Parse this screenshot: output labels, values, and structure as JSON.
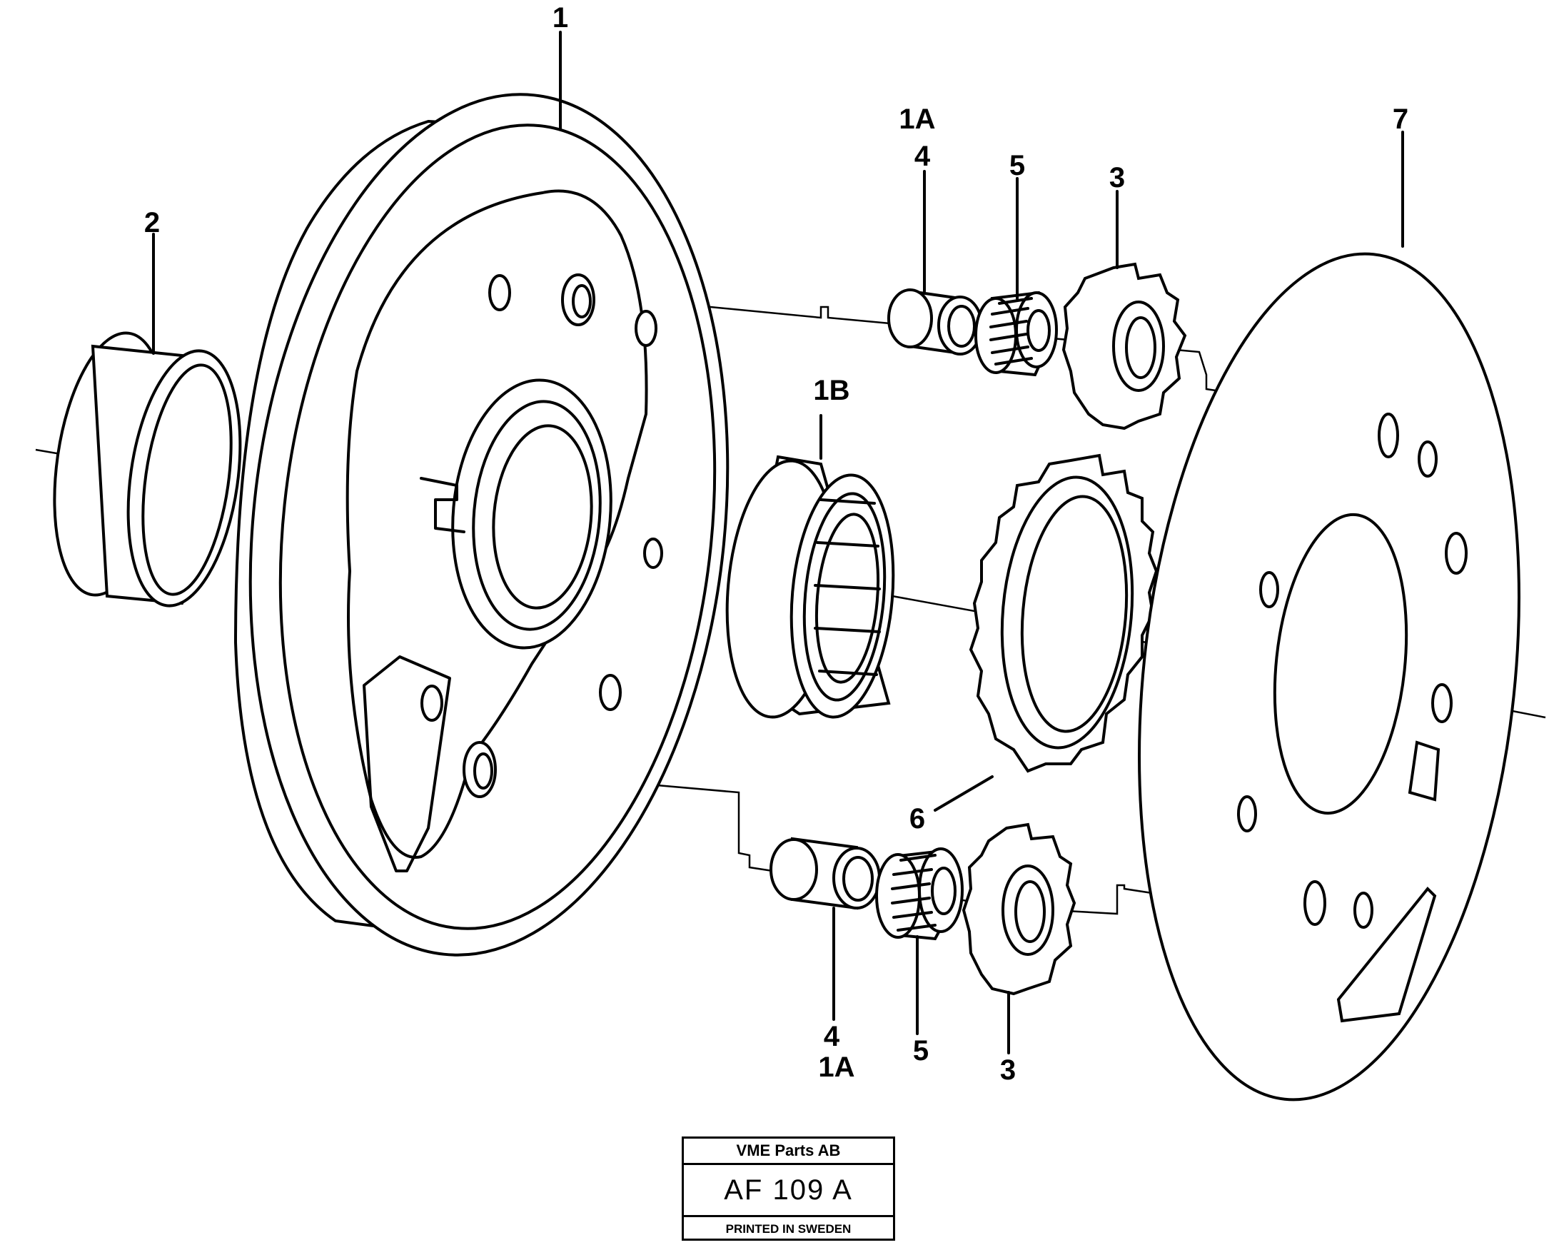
{
  "callouts": {
    "part_1": "1",
    "part_2": "2",
    "part_1a_top": "1A",
    "part_4_top": "4",
    "part_5_top": "5",
    "part_3_top": "3",
    "part_7": "7",
    "part_1b": "1B",
    "part_6": "6",
    "part_4_bottom": "4",
    "part_1a_bottom": "1A",
    "part_5_bottom": "5",
    "part_3_bottom": "3"
  },
  "title_block": {
    "company": "VME Parts AB",
    "drawing_number": "AF 109 A",
    "printed_note": "PRINTED IN SWEDEN"
  }
}
